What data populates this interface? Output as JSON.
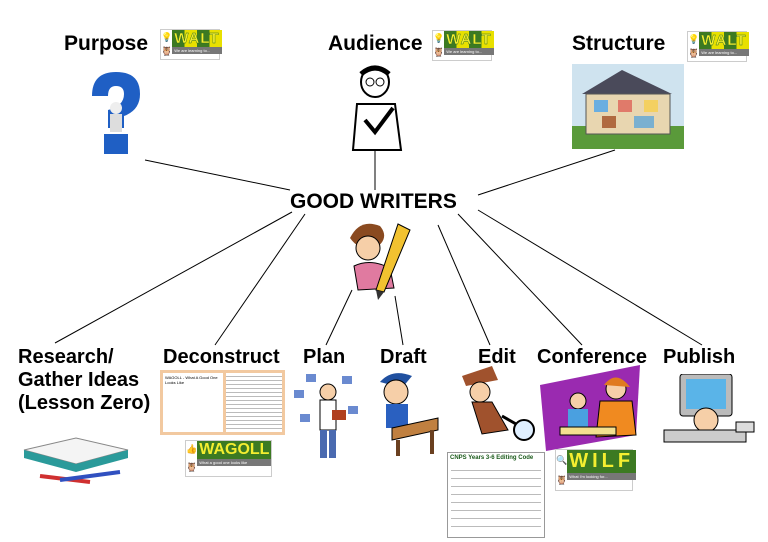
{
  "center": {
    "title": "GOOD WRITERS"
  },
  "top": [
    {
      "label": "Purpose",
      "badge": "WALT",
      "badge_sub": "We are learning to..."
    },
    {
      "label": "Audience",
      "badge": "WALT",
      "badge_sub": "We are learning to..."
    },
    {
      "label": "Structure",
      "badge": "WALT",
      "badge_sub": "We are learning to..."
    }
  ],
  "bottom": [
    {
      "label": "Research/ Gather Ideas (Lesson Zero)"
    },
    {
      "label": "Deconstruct",
      "badge": "WAGOLL",
      "badge_sub": "What a good one looks like",
      "doc_title": "WAGOLL - What A Good One Looks Like"
    },
    {
      "label": "Plan"
    },
    {
      "label": "Draft"
    },
    {
      "label": "Edit",
      "doc_title": "CNPS Years 3-6 Editing Code"
    },
    {
      "label": "Conference",
      "badge": "WILF",
      "badge_sub": "What I'm looking for..."
    },
    {
      "label": "Publish"
    }
  ],
  "colors": {
    "badge_yellow": "#e8e000",
    "badge_green": "#3c7a22",
    "line": "#000000"
  }
}
